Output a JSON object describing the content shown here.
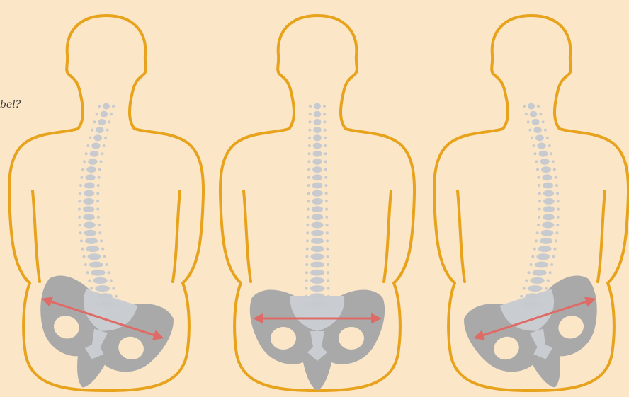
{
  "caption": "bel?",
  "colors": {
    "background": "#fbe6c8",
    "outline": "#e8a31c",
    "bone": "#a9a9a9",
    "sacrum": "#c9cdd2",
    "spine": "#c7cbd0",
    "arrow": "#df6b66"
  },
  "figures": [
    {
      "id": "left",
      "pelvis_tilt": "right-low"
    },
    {
      "id": "center",
      "pelvis_tilt": "level"
    },
    {
      "id": "right",
      "pelvis_tilt": "left-low"
    }
  ]
}
